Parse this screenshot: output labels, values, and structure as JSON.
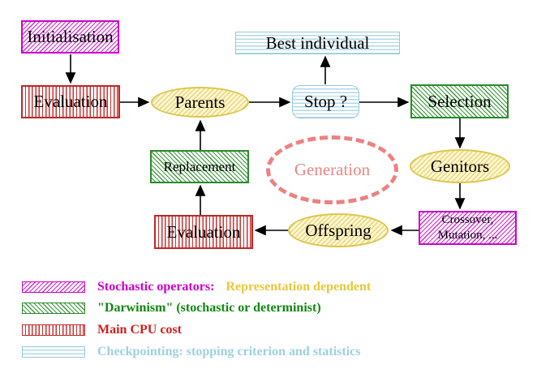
{
  "diagram": {
    "nodes": {
      "initialisation": {
        "label": "Initialisation"
      },
      "evaluation_top": {
        "label": "Evaluation"
      },
      "parents": {
        "label": "Parents"
      },
      "best_individual": {
        "label": "Best individual"
      },
      "stop": {
        "label": "Stop ?"
      },
      "selection": {
        "label": "Selection"
      },
      "replacement": {
        "label": "Replacement"
      },
      "generation": {
        "label": "Generation"
      },
      "genitors": {
        "label": "Genitors"
      },
      "evaluation_bottom": {
        "label": "Evaluation"
      },
      "crossover_mutation": {
        "line1": "Crossover,",
        "line2": "Mutation, ..."
      },
      "offspring": {
        "label": "Offspring"
      }
    },
    "edges": [
      {
        "from": "Initialisation",
        "to": "Evaluation"
      },
      {
        "from": "Evaluation",
        "to": "Parents"
      },
      {
        "from": "Parents",
        "to": "Stop ?"
      },
      {
        "from": "Stop ?",
        "to": "Best individual"
      },
      {
        "from": "Stop ?",
        "to": "Selection"
      },
      {
        "from": "Selection",
        "to": "Genitors"
      },
      {
        "from": "Genitors",
        "to": "Crossover, Mutation, ..."
      },
      {
        "from": "Crossover, Mutation, ...",
        "to": "Offspring"
      },
      {
        "from": "Offspring",
        "to": "Evaluation"
      },
      {
        "from": "Evaluation",
        "to": "Replacement"
      },
      {
        "from": "Replacement",
        "to": "Parents"
      }
    ]
  },
  "legend": {
    "items": [
      {
        "pattern": "magenta-diagonal-hatch",
        "text": "Stochastic operators:",
        "text2": "Representation dependent"
      },
      {
        "pattern": "green-diagonal-hatch",
        "text": "\"Darwinism\" (stochastic or determinist)"
      },
      {
        "pattern": "red-vertical-stripes",
        "text": "Main CPU cost"
      },
      {
        "pattern": "cyan-horizontal-stripes",
        "text": "Checkpointing: stopping criterion and statistics"
      }
    ]
  },
  "colors": {
    "magenta": "#cc00cc",
    "red": "#cc2222",
    "green": "#2b8a2b",
    "cyan_border": "#96c8dc",
    "cyan_text": "#9fcfe4",
    "yellow_border": "#dcc64e",
    "salmon": "#ee8080",
    "gold_text": "#e8c83a",
    "arrow": "#000000",
    "background": "#ffffff"
  }
}
